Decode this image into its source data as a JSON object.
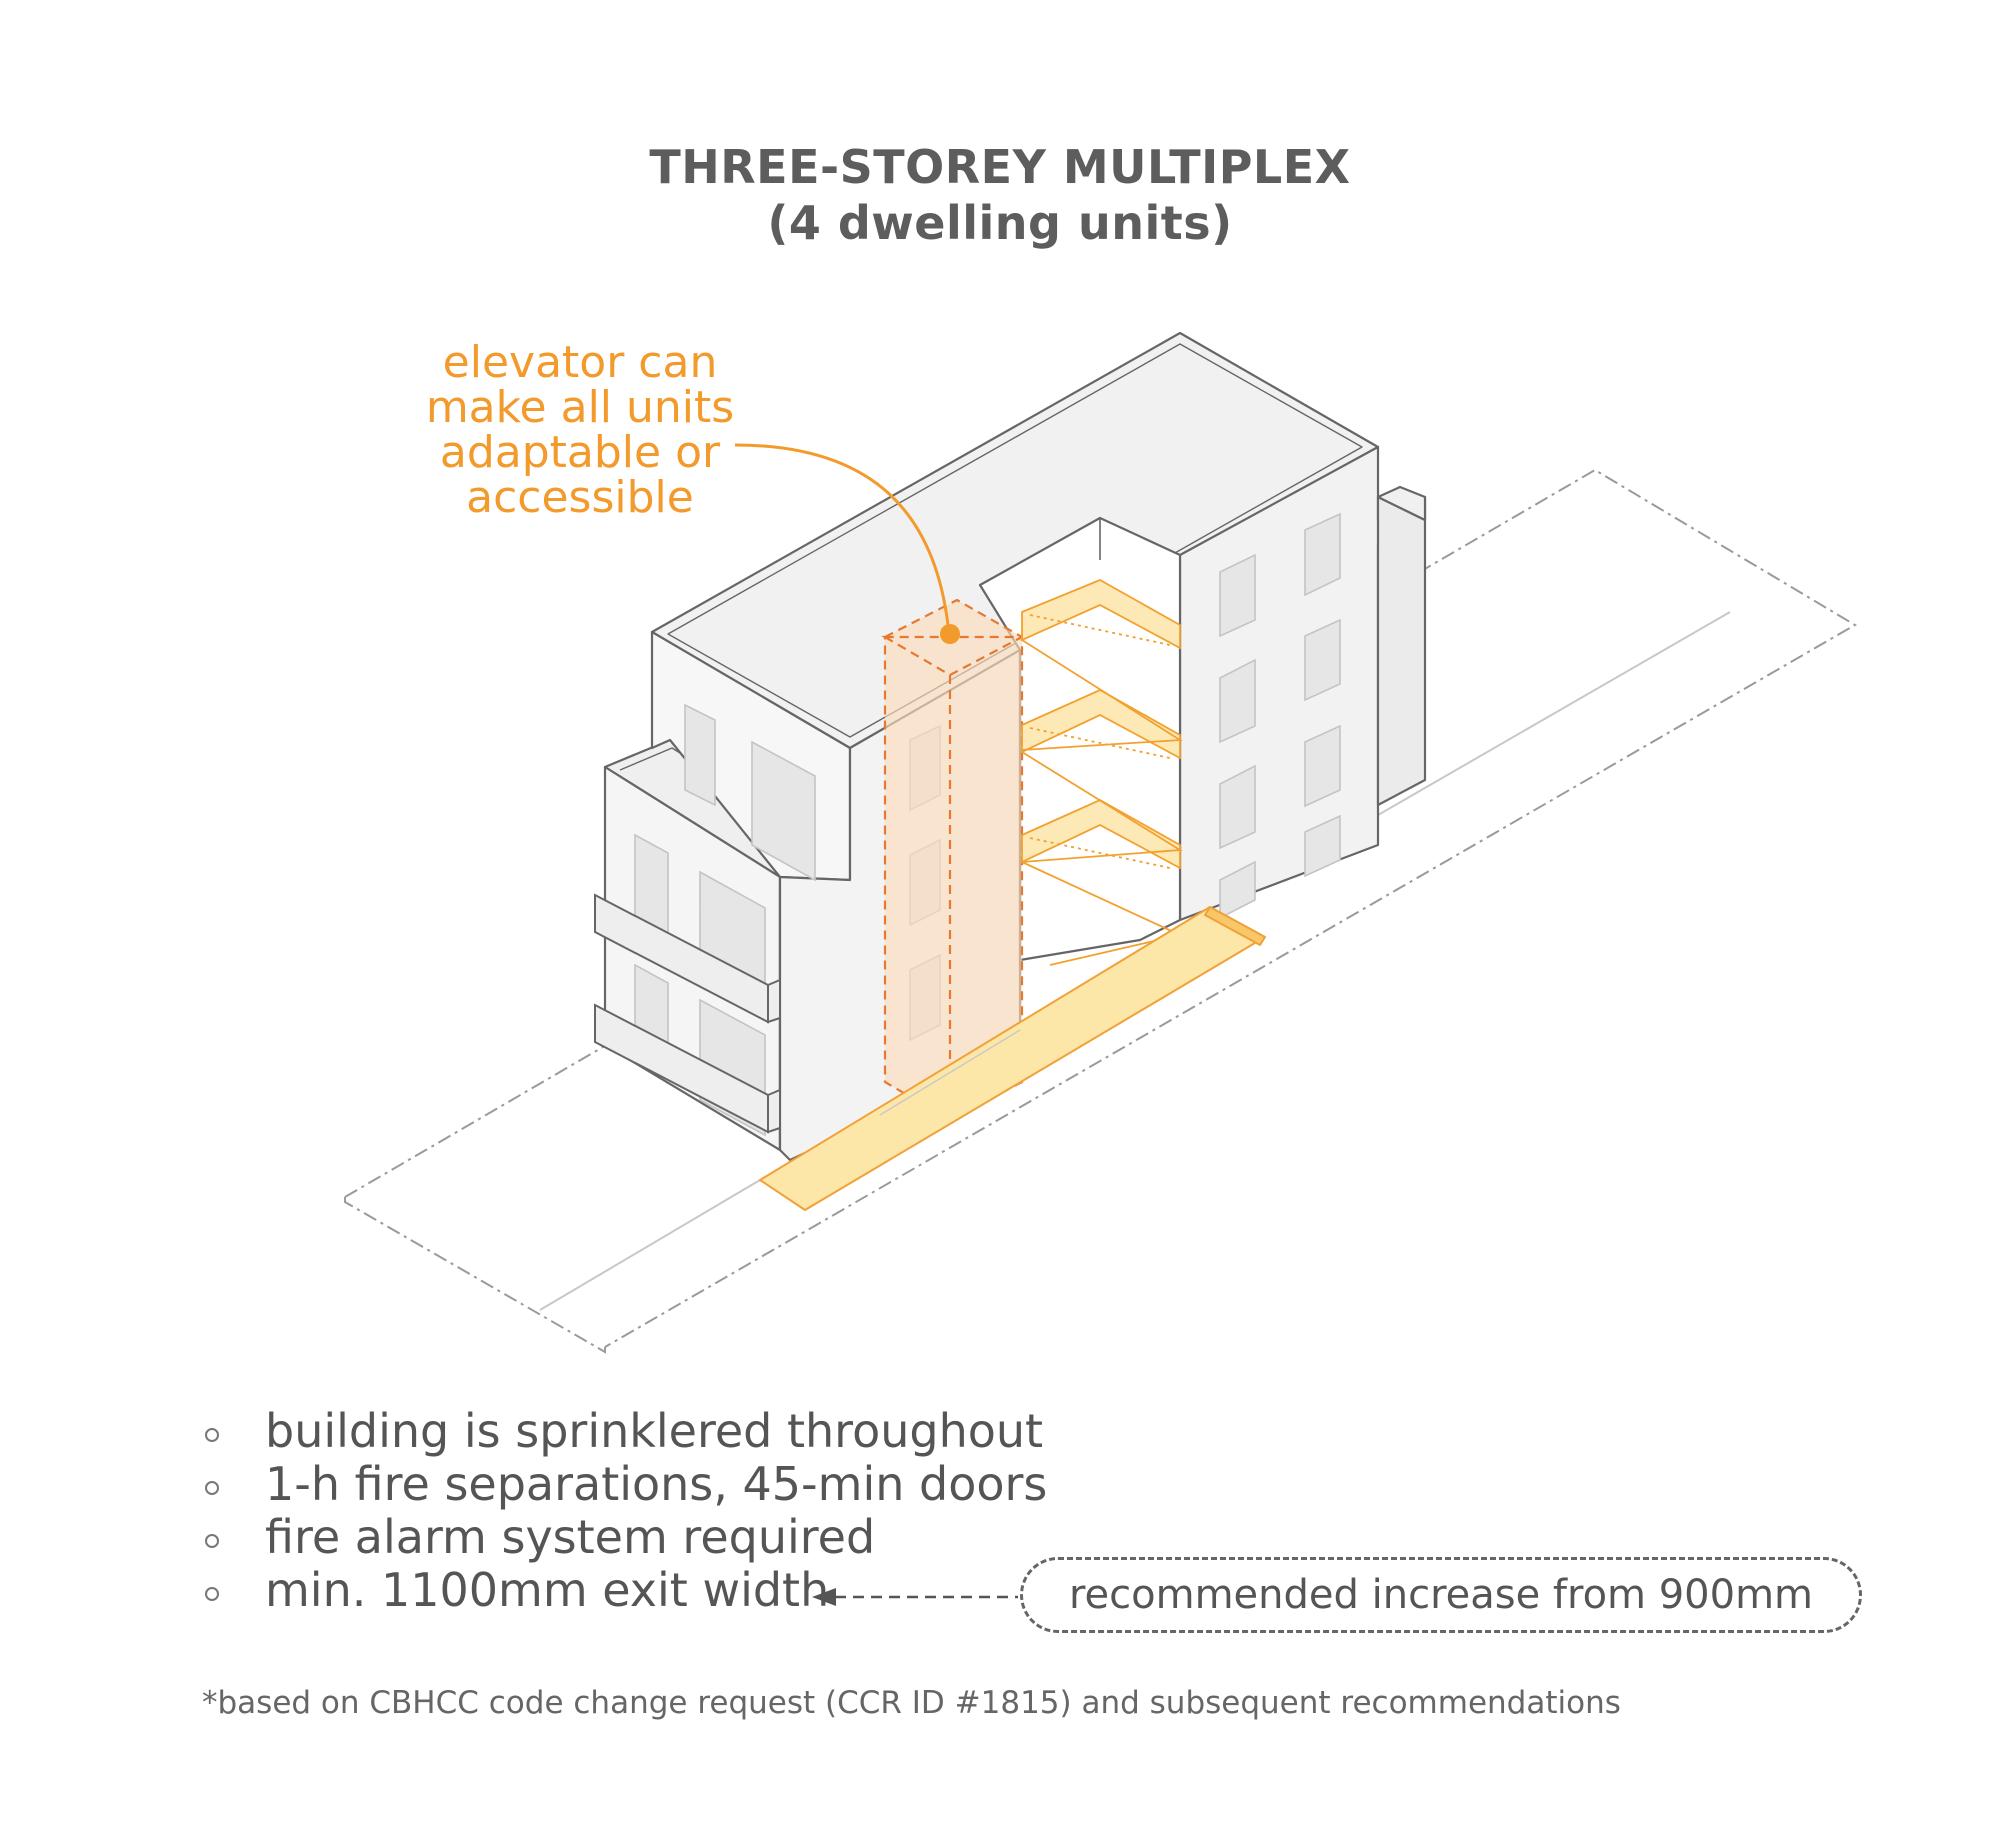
{
  "title": {
    "line1": "THREE-STOREY MULTIPLEX",
    "line2": "(4 dwelling units)"
  },
  "callout": {
    "line1": "elevator can",
    "line2": "make all units",
    "line3": "adaptable or",
    "line4": "accessible"
  },
  "bullets": [
    "building is sprinklered throughout",
    "1-h fire separations, 45-min doors",
    "fire alarm system required",
    "min. 1100mm exit width"
  ],
  "recommendation": "recommended increase from 900mm",
  "footnote": "*based on CBHCC code change request (CCR ID #1815) and subsequent recommendations",
  "colors": {
    "accent": "#f39a2c",
    "highlight_fill": "#fde9b5",
    "text": "#555555",
    "wall_fill": "#f3f3f3",
    "line": "#666666"
  }
}
